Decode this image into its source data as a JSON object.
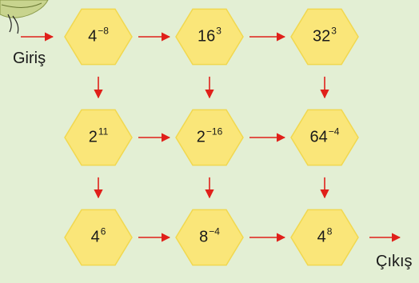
{
  "entry_label": "Giriş",
  "exit_label": "Çıkış",
  "colors": {
    "background": "#e3efd4",
    "hexagon_fill": "#fae679",
    "hexagon_stroke": "#f1d84f",
    "arrow": "#e0201a",
    "leaf": "#c8d48e"
  },
  "grid": [
    [
      {
        "base": "4",
        "exponent": "−8"
      },
      {
        "base": "16",
        "exponent": "3"
      },
      {
        "base": "32",
        "exponent": "3"
      }
    ],
    [
      {
        "base": "2",
        "exponent": "11"
      },
      {
        "base": "2",
        "exponent": "−16"
      },
      {
        "base": "64",
        "exponent": "−4"
      }
    ],
    [
      {
        "base": "4",
        "exponent": "6"
      },
      {
        "base": "8",
        "exponent": "−4"
      },
      {
        "base": "4",
        "exponent": "8"
      }
    ]
  ]
}
